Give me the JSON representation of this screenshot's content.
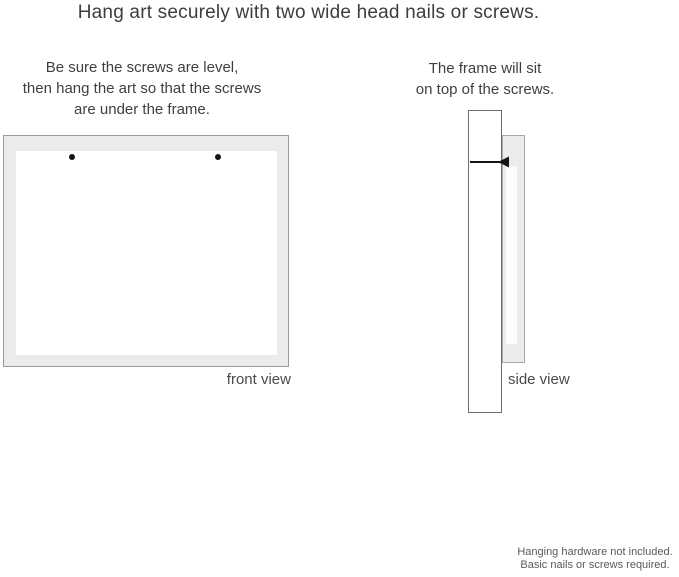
{
  "title": "Hang art securely with two wide head nails or screws.",
  "instructions": {
    "left": {
      "lines": [
        "Be sure the screws are level,",
        "then hang the art so that the screws",
        "are under the frame."
      ]
    },
    "right": {
      "lines": [
        "The frame will sit",
        "on top of the screws."
      ]
    }
  },
  "diagrams": {
    "front": {
      "label": "front view",
      "nail_count": 2
    },
    "side": {
      "label": "side view"
    }
  },
  "footer": {
    "lines": [
      "Hanging hardware not included.",
      "Basic nails or screws required."
    ]
  },
  "icons": {
    "nail_dot": "nail-head-dot",
    "side_nail": "nail-side-icon"
  },
  "colors": {
    "background": "#ffffff",
    "frame_fill": "#ebebeb",
    "frame_border": "#9a9a9a",
    "wall_border": "#6e6e6e",
    "mat_fill": "#ffffff",
    "nail": "#141414",
    "text": "#3d3d3d",
    "footer_text": "#595959"
  }
}
